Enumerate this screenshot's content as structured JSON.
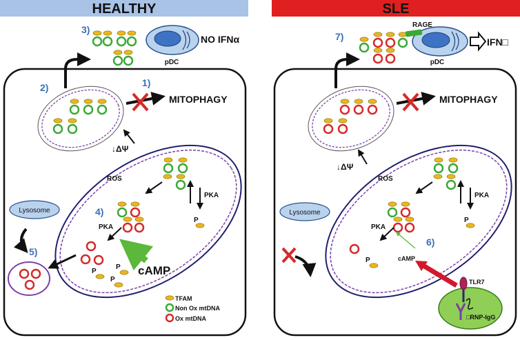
{
  "colors": {
    "healthy_header": "#a8c3e6",
    "sle_header": "#e02020",
    "tfam": "#e8b820",
    "non_ox_mtdna": "#3aa935",
    "ox_mtdna": "#d42a2a",
    "membrane": "#7b3fa8",
    "camp_arrow": "#5bb83a",
    "tlr7_arrow": "#d3182a",
    "step_number": "#3a6fb5",
    "pdc_fill": "#b9d3ee",
    "pdc_nucleus": "#3e73c4",
    "lysosome_fill": "#b9d3ee",
    "endosome_fill": "#8fcf56"
  },
  "panels": {
    "healthy": {
      "header": "HEALTHY",
      "steps": [
        "3)",
        "2)",
        "1)",
        "4)",
        "5)"
      ],
      "ifn_label": "NO IFNα",
      "pdc_label": "pDC",
      "mitophagy_label": "MITOPHAGY",
      "delta_psi": "↓ΔΨ",
      "ros": "ROS",
      "pka_right": "PKA",
      "pka_left": "PKA",
      "p_label": "P",
      "camp": "cAMP",
      "lysosome": "Lysosome",
      "legend": {
        "tfam": "TFAM",
        "non_ox": "Non Ox mtDNA",
        "ox": "Ox mtDNA"
      }
    },
    "sle": {
      "header": "SLE",
      "steps": [
        "7)",
        "6)"
      ],
      "ifn_label": "IFN□",
      "rage_label": "RAGE",
      "pdc_label": "pDC",
      "mitophagy_label": "MITOPHAGY",
      "delta_psi": "↓ΔΨ",
      "ros": "ROS",
      "pka_right": "PKA",
      "pka_left": "PKA",
      "p_label": "P",
      "camp": "cAMP",
      "lysosome": "Lysosome",
      "tlr7": "TLR7",
      "rnp": "□RNP-IgG"
    }
  }
}
